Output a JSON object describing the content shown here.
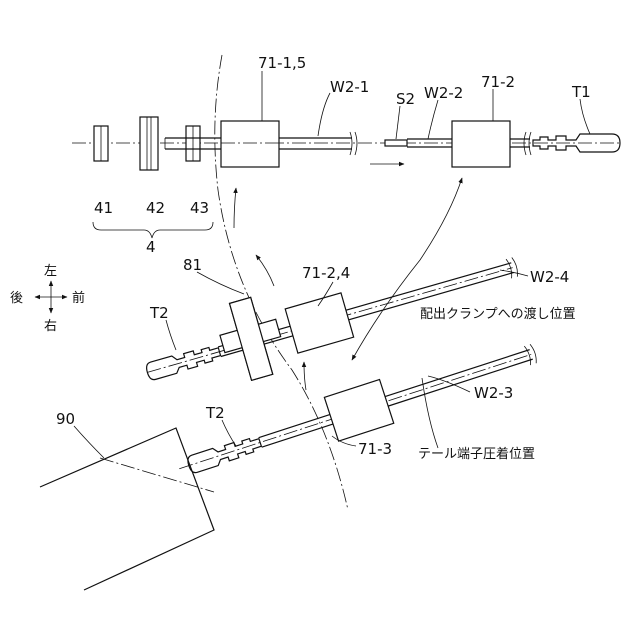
{
  "labels": {
    "clamp_71_1_5": "71-1,5",
    "clamp_71_2": "71-2",
    "clamp_71_2_4": "71-2,4",
    "clamp_71_3": "71-3",
    "wire_w2_1": "W2-1",
    "wire_w2_2": "W2-2",
    "wire_w2_3": "W2-3",
    "wire_w2_4": "W2-4",
    "strip_s2": "S2",
    "terminal_t1": "T1",
    "terminal_t2_upper": "T2",
    "terminal_t2_lower": "T2",
    "unit_41": "41",
    "unit_42": "42",
    "unit_43": "43",
    "group_4": "4",
    "unit_81": "81",
    "unit_90": "90"
  },
  "annotations": {
    "handover_position": "配出クランプへの渡し位置",
    "tail_crimp_position": "テール端子圧着位置"
  },
  "compass": {
    "left": "左",
    "right": "右",
    "front": "前",
    "back": "後"
  }
}
